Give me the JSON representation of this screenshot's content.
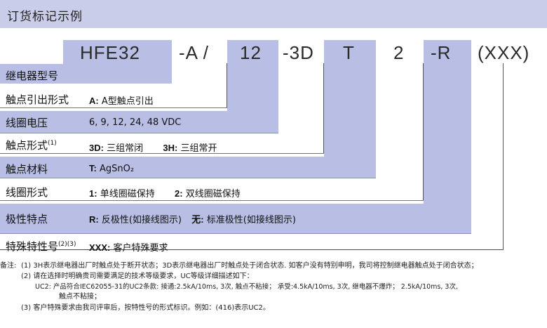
{
  "header": {
    "title": "订货标记示例"
  },
  "code_parts": [
    "HFE32",
    "-A /",
    "12",
    "-3D",
    "T",
    "2",
    "-R",
    "(XXX)"
  ],
  "rows": [
    {
      "label": "继电器型号",
      "desc_key": "",
      "desc_text": ""
    },
    {
      "label": "触点引出形式",
      "desc_key": "A:",
      "desc_text": "A型触点引出"
    },
    {
      "label": "线圈电压",
      "desc_key": "",
      "desc_text": "6, 9, 12, 24, 48 VDC"
    },
    {
      "label": "触点形式",
      "sup": "(1)",
      "desc_key": "3D:",
      "desc_text": "三组常闭",
      "desc_key2": "3H:",
      "desc_text2": "三组常开"
    },
    {
      "label": "触点材料",
      "desc_key": "T:",
      "desc_text": "AgSnO₂"
    },
    {
      "label": "线圈形式",
      "desc_key": "1:",
      "desc_text": "单线圈磁保持",
      "desc_key2": "2:",
      "desc_text2": "双线圈磁保持"
    },
    {
      "label": "极性特点",
      "desc_key": "R:",
      "desc_text": "反极性(如接线图示)",
      "desc_key2": "无:",
      "desc_text2": "标准极性(如接线图示)"
    },
    {
      "label": "特殊特性号",
      "sup": "(2)(3)",
      "desc_key": "XXX:",
      "desc_text": "客户特殊要求"
    }
  ],
  "notes": {
    "prefix": "备注:",
    "n1": "(1) 3H表示继电器出厂时触点处于断开状态；3D表示继电器出厂时触点处于闭合状态. 如客户没有特别申明，我司将控制继电器触点处于闭合状态；",
    "n2": "(2) 请在选择时明确贵司需要满足的技术等级要求，UC等级详细描述如下：",
    "n2a": "UC2: 产品符合IEC62055-31的UC2条款: 接通:2.5kA/10ms, 3次, 触点不粘接；  承受:4.5kA/10ms, 3次, 继电器不爆炸；  2.5kA/10ms, 3次,",
    "n2b": "触点不粘接；",
    "n3": "(3) 客户特殊要求由我司评审后，按特性号的形式标识。例如：(416)表示UC2。"
  }
}
